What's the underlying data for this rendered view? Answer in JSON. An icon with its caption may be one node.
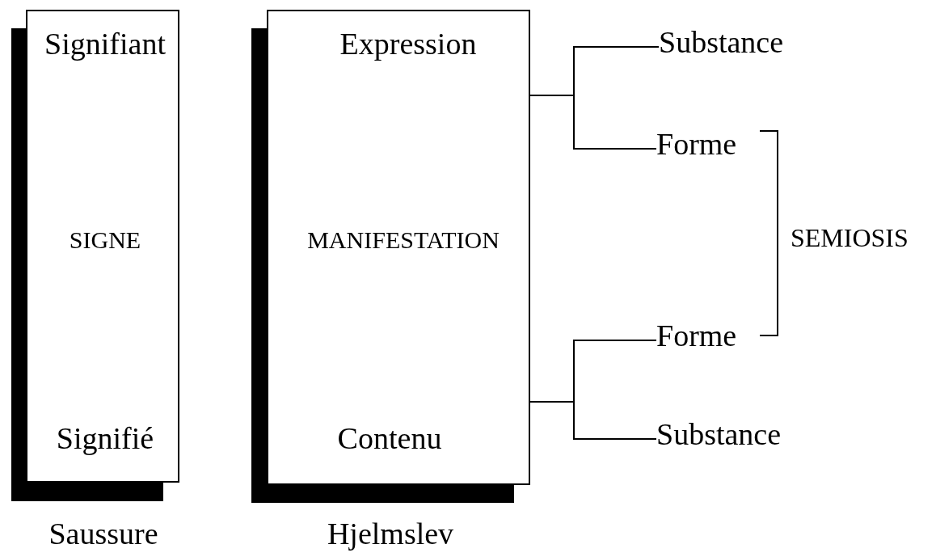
{
  "diagram": {
    "nodes": [
      {
        "text": [
          "Signifiant",
          "SIGNE",
          "Signifié"
        ],
        "beside": [
          "Saussure"
        ]
      },
      {
        "text": [
          "Expression",
          "MANIFESTATION",
          "Contenu"
        ],
        "beside": [
          "Hjelmslev"
        ]
      },
      {
        "text": [
          "Substance"
        ]
      },
      {
        "text": [
          "Forme"
        ]
      },
      {
        "text": [
          "Forme"
        ]
      },
      {
        "text": [
          "Substance"
        ]
      }
    ],
    "edges": [
      {
        "from": 1,
        "to": 2,
        "arrow": "none"
      },
      {
        "from": 1,
        "to": 3,
        "arrow": "none"
      },
      {
        "from": 1,
        "to": 4,
        "arrow": "none"
      },
      {
        "from": 1,
        "to": 5,
        "arrow": "none"
      }
    ],
    "labels": [
      "SEMIOSIS"
    ]
  }
}
